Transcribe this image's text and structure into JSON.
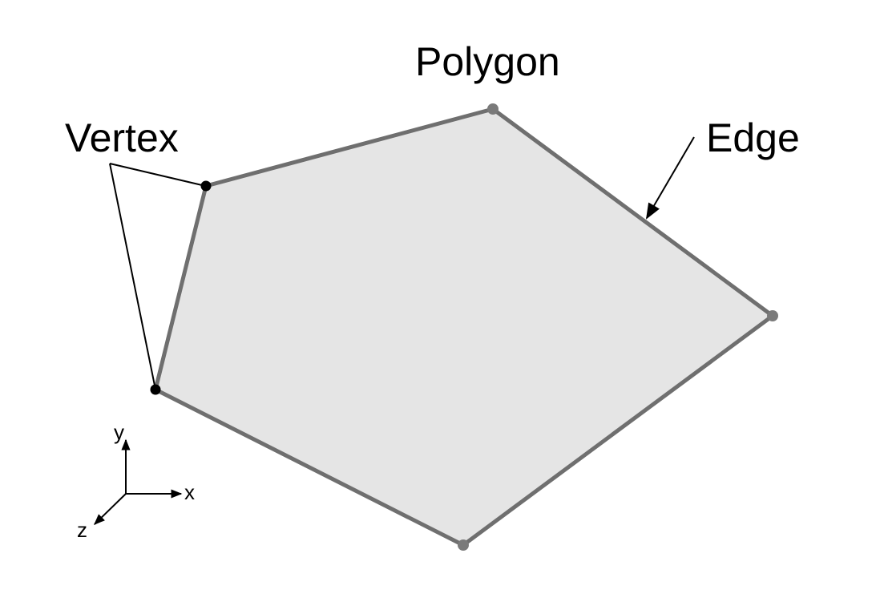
{
  "labels": {
    "polygon": "Polygon",
    "vertex": "Vertex",
    "edge": "Edge"
  },
  "axes": {
    "x": "x",
    "y": "y",
    "z": "z"
  },
  "colors": {
    "polygon_fill": "#e5e5e5",
    "edge_stroke": "#6f6f6f",
    "vertex_highlight": "#000000",
    "vertex_plain": "#7a7a7a",
    "annotation": "#000000"
  },
  "icons": {
    "axis_triad": "xyz-axis-icon"
  }
}
